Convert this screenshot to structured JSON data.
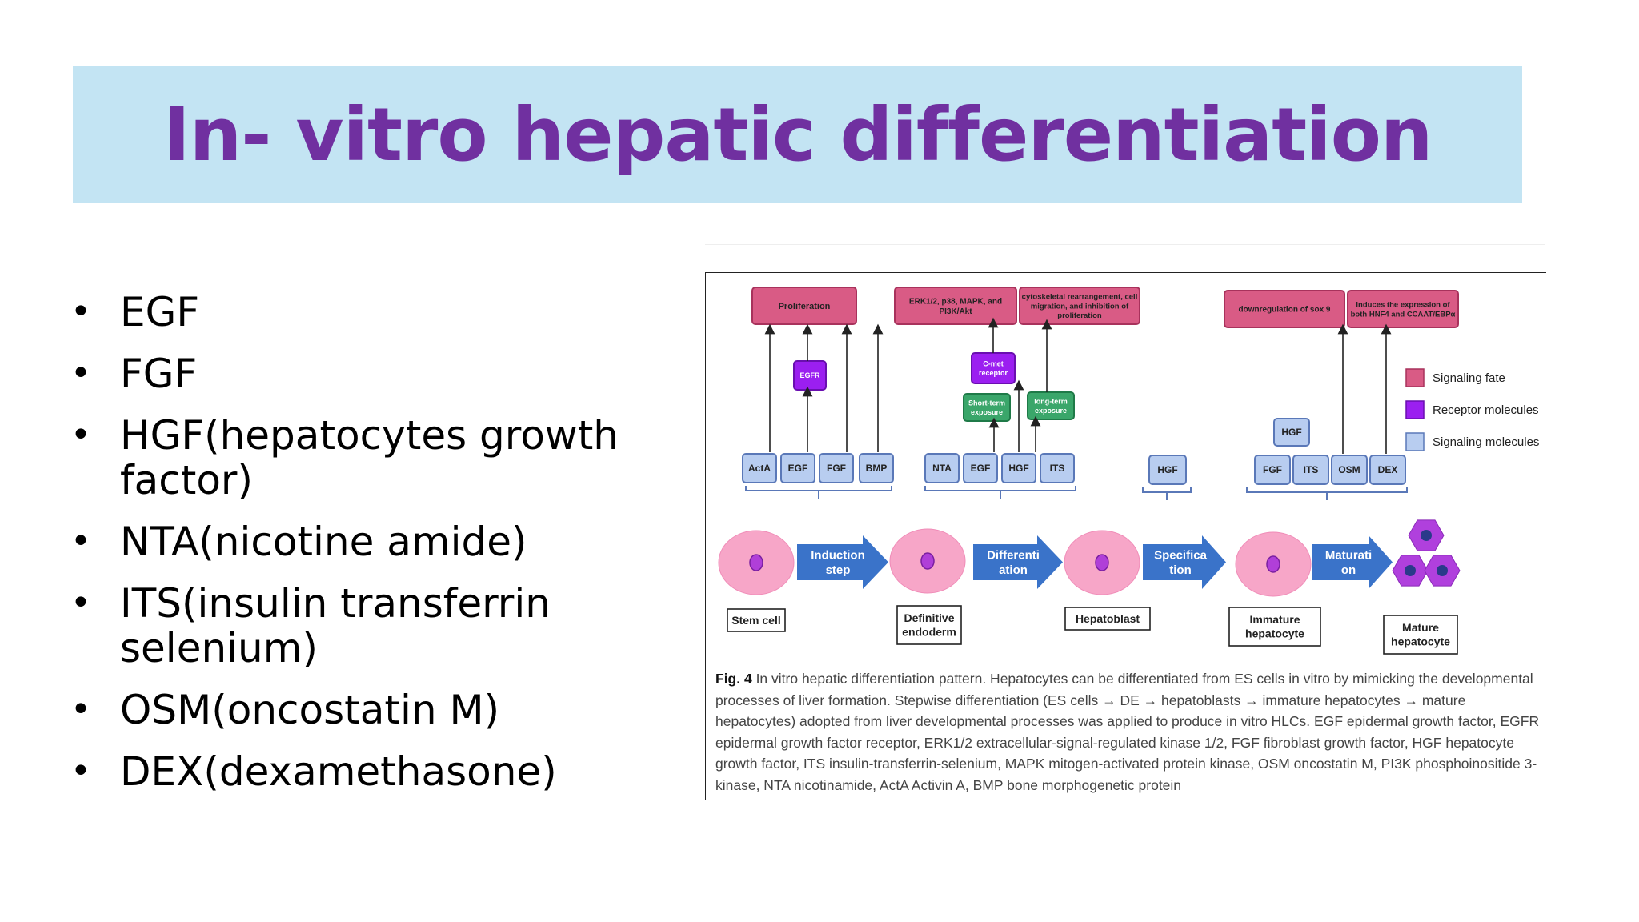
{
  "slide": {
    "title": "In- vitro hepatic differentiation",
    "bullets": [
      "EGF",
      "FGF",
      "HGF(hepatocytes growth factor)",
      "NTA(nicotine amide)",
      "ITS(insulin transferrin selenium)",
      "OSM(oncostatin M)",
      "DEX(dexamethasone)"
    ]
  },
  "figure": {
    "fates": [
      "Proliferation",
      "ERK1/2, p38, MAPK, and PI3K/Akt",
      "cytoskeletal rearrangement, cell migration, and inhibition of proliferation",
      "downregulation of sox 9",
      "induces the expression of both HNF4 and CCAAT/EBPα"
    ],
    "receptors": [
      "EGFR",
      "C-met receptor"
    ],
    "exposures": [
      "Short-term exposure",
      "long-term exposure"
    ],
    "stage1_molecules": [
      "ActA",
      "EGF",
      "FGF",
      "BMP"
    ],
    "stage2_molecules": [
      "NTA",
      "EGF",
      "HGF",
      "ITS"
    ],
    "stage3_molecules": [
      "HGF"
    ],
    "stage4_molecules": [
      "FGF",
      "ITS",
      "OSM",
      "DEX",
      "HGF"
    ],
    "steps": [
      "Induction step",
      "Differentiation",
      "Specification",
      "Maturation"
    ],
    "cells": [
      "Stem cell",
      "Definitive endoderm",
      "Hepatoblast",
      "Immature hepatocyte",
      "Mature hepatocyte"
    ],
    "legend": [
      "Signaling fate",
      "Receptor molecules",
      "Signaling molecules"
    ],
    "colors": {
      "fate": "#d95b85",
      "receptor": "#9b1ff0",
      "exposure": "#3aa66a",
      "molecule": "#b8cdf0",
      "arrow": "#3a73c9",
      "cell": "#f7a6c8",
      "nucleus": "#b03fd8",
      "mature_cell": "#b040dd"
    },
    "caption": {
      "label": "Fig. 4",
      "text": " In vitro hepatic differentiation pattern. Hepatocytes can be differentiated from ES cells in vitro by mimicking the developmental processes of liver formation. Stepwise differentiation (ES cells → DE → hepatoblasts → immature hepatocytes → mature hepatocytes) adopted from liver developmental processes was applied to produce in vitro HLCs. EGF epidermal growth factor, EGFR epidermal growth factor receptor, ERK1/2 extracellular-signal-regulated kinase 1/2, FGF fibroblast growth factor, HGF hepatocyte growth factor, ITS insulin-transferrin-selenium, MAPK mitogen-activated protein kinase, OSM oncostatin M, PI3K phosphoinositide 3-kinase, NTA nicotinamide, ActA Activin A, BMP bone morphogenetic protein"
    }
  }
}
